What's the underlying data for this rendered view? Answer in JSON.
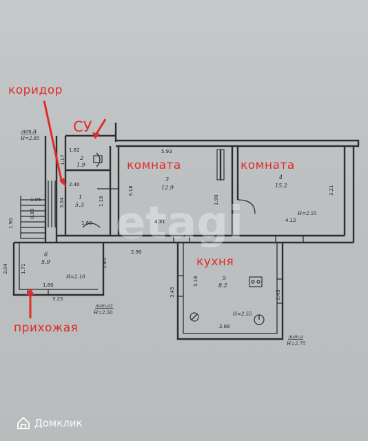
{
  "labels": {
    "corridor": "коридор",
    "wc": "СУ",
    "room1": "комната",
    "room2": "комната",
    "kitchen": "кухня",
    "hallway": "прихожая"
  },
  "watermark": "etagi",
  "logo_text": "Домклик",
  "notes": {
    "top_left_lit": "лит.А",
    "top_left_h": "H=2.85",
    "bottom_left_lit": "лит.а1",
    "bottom_left_h": "H=2.50",
    "bottom_right_lit": "лит.а",
    "bottom_right_h": "H=2.75",
    "room4_h": "H=2.55",
    "kitchen_h": "H=2.55",
    "hall_h": "H=2.10"
  },
  "rooms": {
    "r2_num": "2",
    "r2_area": "1.9",
    "r1_num": "1",
    "r1_area": "5.3",
    "r3_num": "3",
    "r3_area": "12.9",
    "r4_num": "4",
    "r4_area": "15.2",
    "r5_num": "5",
    "r5_area": "8.2",
    "r6_num": "6",
    "r6_area": "5.9"
  },
  "dims": {
    "d_1_62": "1.62",
    "d_1_17": "1.17",
    "d_5_93": "5.93",
    "d_2_40": "2.40",
    "d_3_18a": "3.18",
    "d_3_04": "3.04",
    "d_1_18": "1.18",
    "d_1_60": "1.60",
    "d_4_31": "4.31",
    "d_1_90a": "1.90",
    "d_3_21": "3.21",
    "d_4_12": "4.12",
    "d_1_05": "1.05",
    "d_1_90b": "1.90",
    "d_2_90": "2.90",
    "d_3_04b": "3.04",
    "d_1_71": "1.71",
    "d_1_85": "1.85",
    "d_1_80": "1.80",
    "d_3_25": "3.25",
    "d_3_18b": "3.18",
    "d_3_45a": "3.45",
    "d_3_45b": "3.45",
    "d_2_88": "2.88",
    "d_0_80": "0.80"
  },
  "colors": {
    "label": "#e22b2b",
    "wall": "#2b2d2e",
    "paper": "#c3c6c7"
  }
}
